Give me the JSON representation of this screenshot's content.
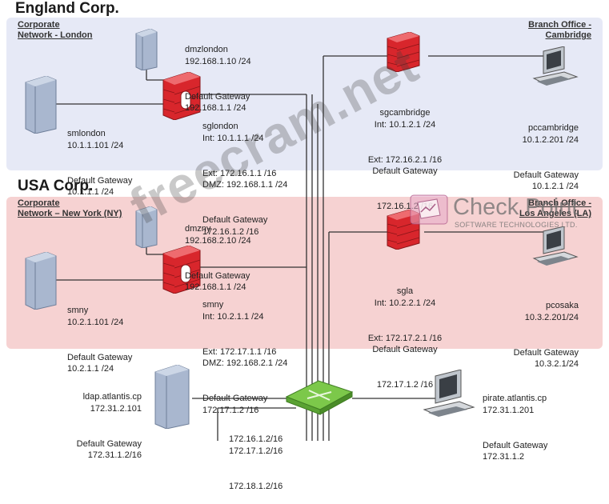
{
  "zones": {
    "england": {
      "title": "England Corp.",
      "network_label": [
        "Corporate",
        "Network - London"
      ],
      "branch_label": [
        "Branch Office -",
        "Cambridge"
      ]
    },
    "usa": {
      "title": "USA Corp.",
      "network_label": [
        "Corporate",
        "Network – New York (NY)"
      ],
      "branch_label": [
        "Branch Office -",
        "Los Angeles (LA)"
      ]
    }
  },
  "nodes": {
    "dmzlondon": [
      "dmzlondon",
      "192.168.1.10 /24",
      "Default Gateway",
      "192.168.1.1 /24"
    ],
    "smlondon": [
      "smlondon",
      "10.1.1.101 /24",
      "Default Gateway",
      "10.1.1.1 /24"
    ],
    "sglondon": [
      "sglondon",
      "Int: 10.1.1.1 /24",
      "Ext: 172.16.1.1 /16",
      "DMZ: 192.168.1.1 /24",
      "Default Gateway",
      "172.16.1.2 /16"
    ],
    "sgcambridge": [
      "sgcambridge",
      "Int: 10.1.2.1 /24",
      "Ext: 172.16.2.1 /16",
      "Default Gateway",
      "172.16.1.2 /16"
    ],
    "pccambridge": [
      "pccambridge",
      "10.1.2.201 /24",
      "Default Gateway",
      "10.1.2.1 /24"
    ],
    "dmzny": [
      "dmzny",
      "192.168.2.10 /24",
      "Default Gateway",
      "192.168.1.1 /24"
    ],
    "smny": [
      "smny",
      "10.2.1.101 /24",
      "Default Gateway",
      "10.2.1.1 /24"
    ],
    "sgny": [
      "smny",
      "Int: 10.2.1.1 /24",
      "Ext: 172.17.1.1 /16",
      "DMZ: 192.168.2.1 /24",
      "Default Gateway",
      "172.17.1.2 /16"
    ],
    "sgla": [
      "sgla",
      "Int: 10.2.2.1 /24",
      "Ext: 172.17.2.1 /16",
      "Default Gateway",
      "172.17.1.2 /16"
    ],
    "pcosaka": [
      "pcosaka",
      "10.3.2.201/24",
      "Default Gateway",
      "10.3.2.1/24"
    ],
    "ldap": [
      "ldap.atlantis.cp",
      "172.31.2.101",
      "Default Gateway",
      "172.31.1.2/16"
    ],
    "pirate": [
      "pirate.atlantis.cp",
      "172.31.1.201",
      "Default Gateway",
      "172.31.1.2"
    ],
    "switch": [
      "172.16.1.2/16",
      "172.17.1.2/16",
      "172.18.1.2/16"
    ]
  },
  "watermark": "freecram.net",
  "logo": {
    "name": "Check Point",
    "sub": "SOFTWARE TECHNOLOGIES LTD."
  },
  "colors": {
    "england_bg": "#e6e9f6",
    "usa_bg": "#f6d2d2",
    "firewall": "#d8262c",
    "switch": "#7cc84a",
    "server": "#a9b7cf"
  }
}
